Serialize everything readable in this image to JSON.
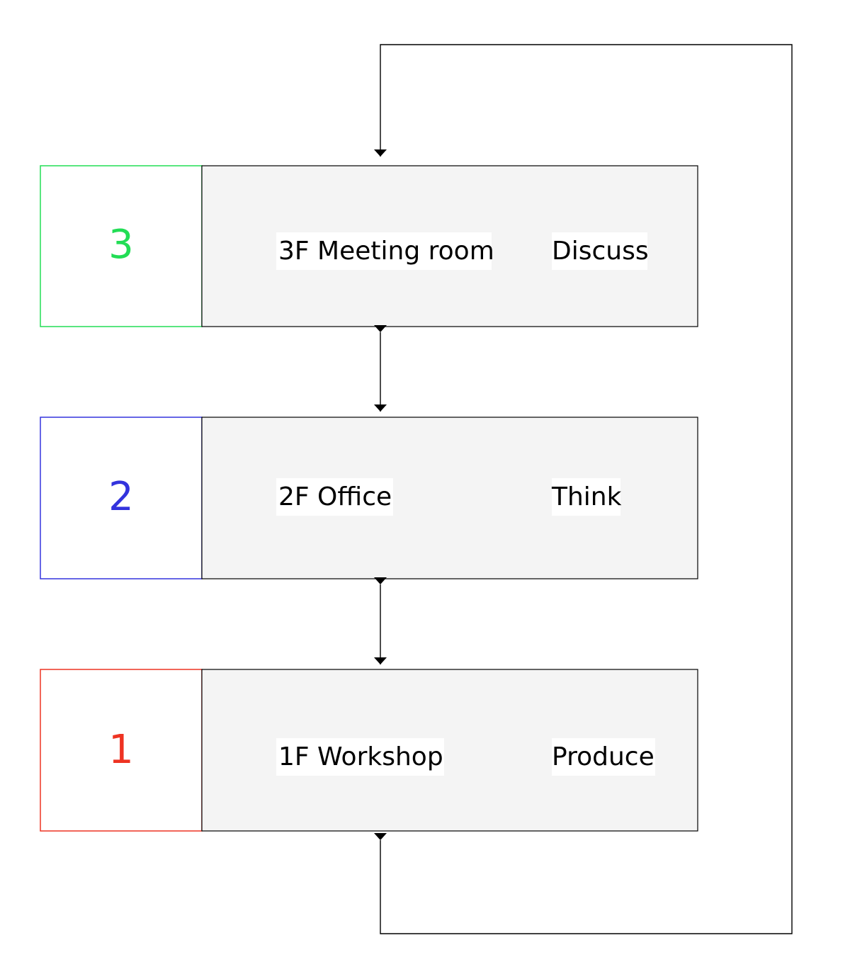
{
  "floors": [
    {
      "number": "3",
      "number_color": "#22dd55",
      "location": "3F Meeting room",
      "activity": "Discuss"
    },
    {
      "number": "2",
      "number_color": "#3333dd",
      "location": "2F Office",
      "activity": "Think"
    },
    {
      "number": "1",
      "number_color": "#ee3322",
      "location": "1F Workshop",
      "activity": "Produce"
    }
  ],
  "colors": {
    "panel_fill": "#f4f4f4",
    "label_background": "#ffffff",
    "line": "#000000"
  },
  "connections": [
    {
      "from": "3",
      "to": "2",
      "type": "bidirectional"
    },
    {
      "from": "2",
      "to": "1",
      "type": "bidirectional"
    },
    {
      "from": "1",
      "to": "3",
      "type": "loop",
      "route": "right-side"
    }
  ]
}
